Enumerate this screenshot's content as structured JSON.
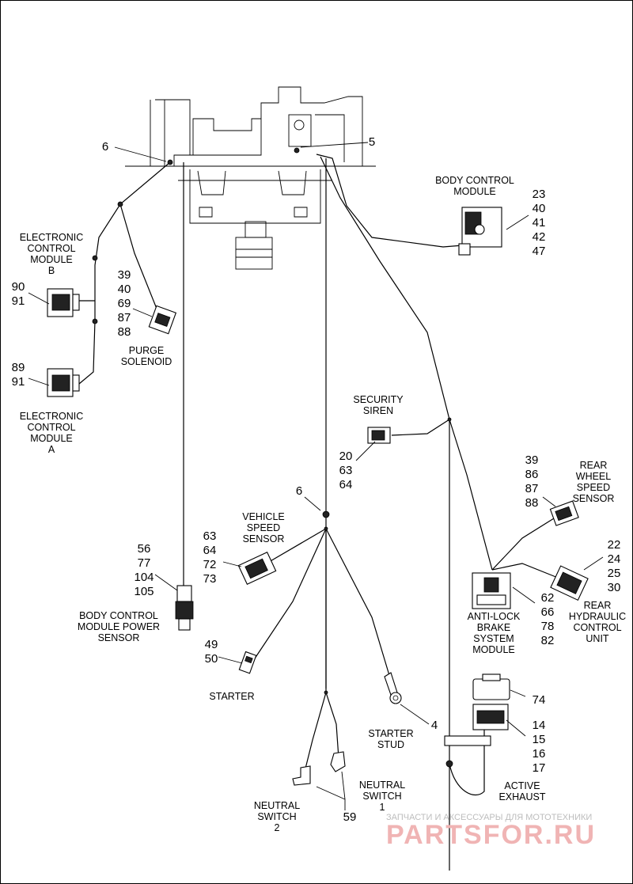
{
  "labels": {
    "ecm_b": [
      "ELECTRONIC",
      "CONTROL",
      "MODULE",
      "B"
    ],
    "ecm_a": [
      "ELECTRONIC",
      "CONTROL",
      "MODULE",
      "A"
    ],
    "purge": [
      "PURGE",
      "SOLENOID"
    ],
    "bcm": [
      "BODY CONTROL",
      "MODULE"
    ],
    "siren": [
      "SECURITY",
      "SIREN"
    ],
    "vss": [
      "VEHICLE",
      "SPEED",
      "SENSOR"
    ],
    "bcm_power": [
      "BODY CONTROL",
      "MODULE POWER",
      "SENSOR"
    ],
    "starter": "STARTER",
    "starter_stud": [
      "STARTER",
      "STUD"
    ],
    "neutral1": [
      "NEUTRAL",
      "SWITCH",
      "1"
    ],
    "neutral2": [
      "NEUTRAL",
      "SWITCH",
      "2"
    ],
    "rear_wheel": [
      "REAR",
      "WHEEL",
      "SPEED",
      "SENSOR"
    ],
    "rear_hcu": [
      "REAR",
      "HYDRAULIC",
      "CONTROL",
      "UNIT"
    ],
    "abs": [
      "ANTI-LOCK",
      "BRAKE",
      "SYSTEM",
      "MODULE"
    ],
    "active_exhaust": [
      "ACTIVE",
      "EXHAUST"
    ]
  },
  "callouts": {
    "c6_top": "6",
    "c5": "5",
    "bcm": [
      "23",
      "40",
      "41",
      "42",
      "47"
    ],
    "ecm_b": [
      "90",
      "91"
    ],
    "purge": [
      "39",
      "40",
      "69",
      "87",
      "88"
    ],
    "ecm_a": [
      "89",
      "91"
    ],
    "siren": [
      "20",
      "63",
      "64"
    ],
    "c6_mid": "6",
    "rear_wheel": [
      "39",
      "86",
      "87",
      "88"
    ],
    "vss": [
      "63",
      "64",
      "72",
      "73"
    ],
    "bcm_power": [
      "56",
      "77",
      "104",
      "105"
    ],
    "rear_hcu": [
      "22",
      "24",
      "25",
      "30"
    ],
    "abs": [
      "62",
      "66",
      "78",
      "82"
    ],
    "starter": [
      "49",
      "50"
    ],
    "exhaust_cap": "74",
    "starter_stud": "4",
    "exhaust": [
      "14",
      "15",
      "16",
      "17"
    ],
    "neutral": "59"
  },
  "watermark": {
    "top": "ЗАПЧАСТИ И АКСЕССУАРЫ ДЛЯ МОТОТЕХНИКИ",
    "brand": "PARTSFOR.RU"
  }
}
